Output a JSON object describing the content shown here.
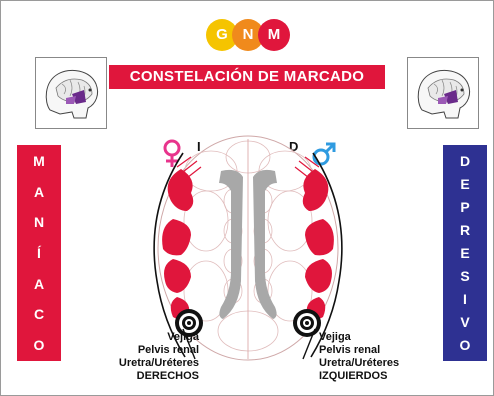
{
  "logo": {
    "letters": [
      "G",
      "N",
      "M"
    ],
    "colors": [
      "#f5c400",
      "#f08a1c",
      "#e0163c"
    ]
  },
  "title": "CONSTELACIÓN  DE MARCADO",
  "left_panel": {
    "letters": [
      "M",
      "A",
      "N",
      "Í",
      "A",
      "C",
      "O"
    ],
    "color": "#e0163c"
  },
  "right_panel": {
    "letters": [
      "D",
      "E",
      "P",
      "R",
      "E",
      "S",
      "I",
      "V",
      "O"
    ],
    "color": "#2e3192"
  },
  "hemisphere_left_letter": "I",
  "hemisphere_right_letter": "D",
  "female_symbol_icon": "female-sign",
  "male_symbol_icon": "male-sign",
  "left_label": [
    "Vejiga",
    "Pelvis renal",
    "Uretra/Uréteres",
    "DERECHOS"
  ],
  "right_label": [
    "Vejiga",
    "Pelvis renal",
    "Uretra/Uréteres",
    "IZQUIERDOS"
  ],
  "colors": {
    "red": "#e0163c",
    "blue": "#2e3192",
    "pink": "#e8348c",
    "lightblue": "#2f9be0"
  }
}
